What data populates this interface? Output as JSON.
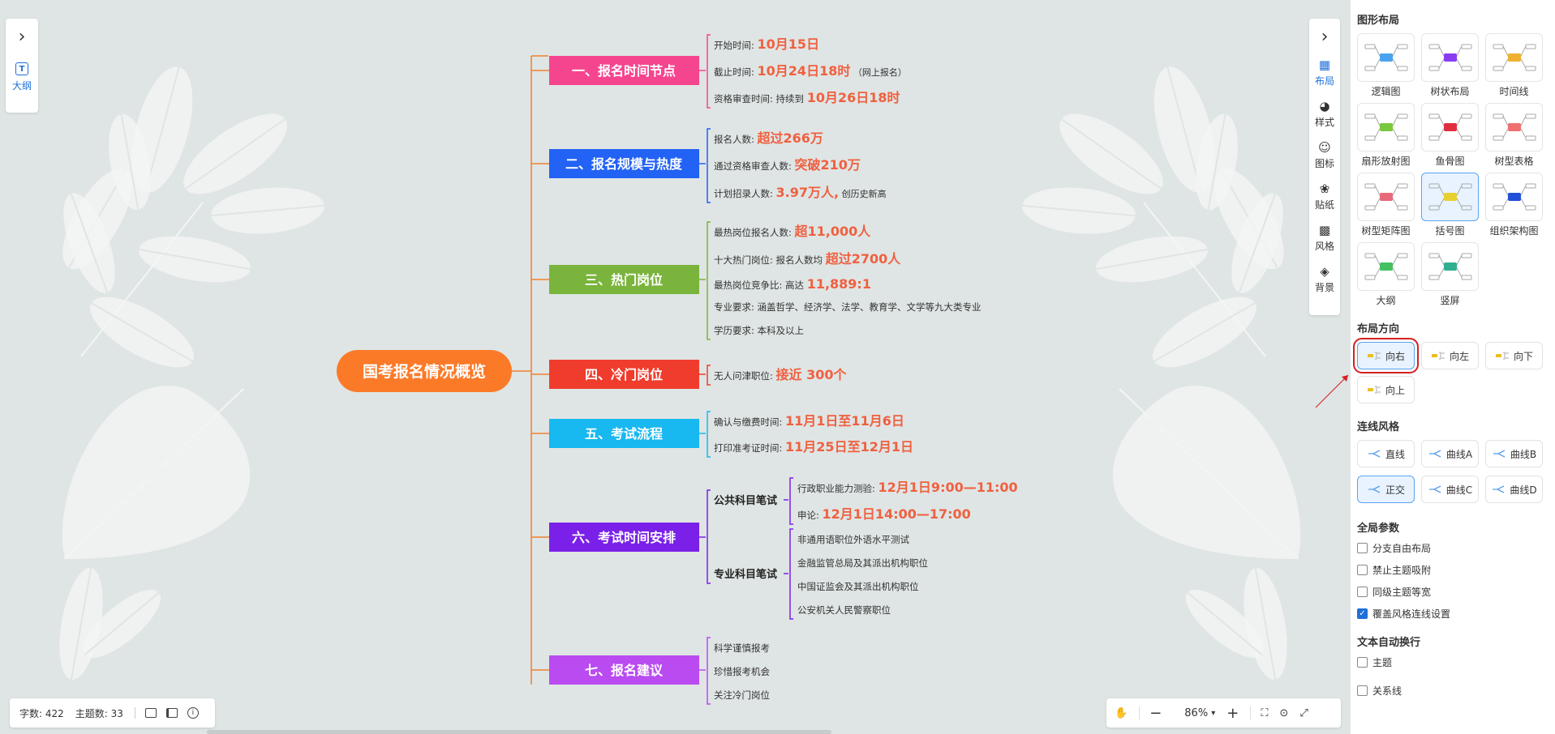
{
  "left_panel": {
    "outline_label": "大纲",
    "expand_icon": "chevron-right-icon",
    "outline_icon": "text-box-icon"
  },
  "right_toolbar": {
    "expand_icon": "chevron-right-icon",
    "items": [
      {
        "label": "布局",
        "icon": "layout-icon",
        "active": true
      },
      {
        "label": "样式",
        "icon": "palette-icon",
        "active": false
      },
      {
        "label": "图标",
        "icon": "smiley-icon",
        "active": false
      },
      {
        "label": "贴纸",
        "icon": "sticker-icon",
        "active": false
      },
      {
        "label": "风格",
        "icon": "grid-icon",
        "active": false
      },
      {
        "label": "背景",
        "icon": "layers-icon",
        "active": false
      }
    ]
  },
  "status_bar": {
    "word_count": "字数: 422",
    "topic_count": "主题数: 33"
  },
  "zoom_bar": {
    "zoom": "86%"
  },
  "mindmap": {
    "root": "国考报名情况概览",
    "colors": {
      "root": "#fb7a28",
      "line": "#f08030",
      "accent_text": "#f06040"
    },
    "branches": [
      {
        "title": "一、报名时间节点",
        "color": "#f5458f",
        "items": [
          {
            "label": "开始时间:",
            "value": "10月15日",
            "suffix": ""
          },
          {
            "label": "截止时间:",
            "value": "10月24日18时",
            "suffix": "（网上报名）"
          },
          {
            "label": "资格审查时间:  持续到",
            "value": "10月26日18时",
            "suffix": ""
          }
        ]
      },
      {
        "title": "二、报名规模与热度",
        "color": "#2262f5",
        "items": [
          {
            "label": "报名人数:",
            "value": "超过266万",
            "suffix": ""
          },
          {
            "label": "通过资格审查人数:",
            "value": "突破210万",
            "suffix": ""
          },
          {
            "label": "计划招录人数:",
            "value": "3.97万人,",
            "suffix": "创历史新高"
          }
        ]
      },
      {
        "title": "三、热门岗位",
        "color": "#7ab43c",
        "items": [
          {
            "label": "最热岗位报名人数:",
            "value": "超11,000人",
            "suffix": ""
          },
          {
            "label": "十大热门岗位:  报名人数均",
            "value": "超过2700人",
            "suffix": ""
          },
          {
            "label": "最热岗位竞争比:  高达",
            "value": "11,889:1",
            "suffix": ""
          },
          {
            "label": "专业要求:  涵盖哲学、经济学、法学、教育学、文学等九大类专业",
            "value": "",
            "suffix": ""
          },
          {
            "label": "学历要求:  本科及以上",
            "value": "",
            "suffix": ""
          }
        ]
      },
      {
        "title": "四、冷门岗位",
        "color": "#f03c2d",
        "items": [
          {
            "label": "无人问津职位:",
            "value": "接近 300个",
            "suffix": ""
          }
        ]
      },
      {
        "title": "五、考试流程",
        "color": "#18b8f0",
        "items": [
          {
            "label": "确认与缴费时间:",
            "value": "11月1日至11月6日",
            "suffix": ""
          },
          {
            "label": "打印准考证时间:",
            "value": "11月25日至12月1日",
            "suffix": ""
          }
        ]
      },
      {
        "title": "六、考试时间安排",
        "color": "#7a20e8",
        "groups": [
          {
            "title": "公共科目笔试",
            "items": [
              {
                "label": "行政职业能力测验:",
                "value": "12月1日9:00—11:00"
              },
              {
                "label": "申论:",
                "value": "12月1日14:00—17:00"
              }
            ]
          },
          {
            "title": "专业科目笔试",
            "items": [
              {
                "label": "非通用语职位外语水平测试",
                "value": ""
              },
              {
                "label": "金融监管总局及其派出机构职位",
                "value": ""
              },
              {
                "label": "中国证监会及其派出机构职位",
                "value": ""
              },
              {
                "label": "公安机关人民警察职位",
                "value": ""
              }
            ]
          }
        ]
      },
      {
        "title": "七、报名建议",
        "color": "#b94bf0",
        "items": [
          {
            "label": "科学谨慎报考",
            "value": "",
            "suffix": ""
          },
          {
            "label": "珍惜报考机会",
            "value": "",
            "suffix": ""
          },
          {
            "label": "关注冷门岗位",
            "value": "",
            "suffix": ""
          }
        ]
      }
    ]
  },
  "sidebar": {
    "layout_title": "图形布局",
    "layouts": [
      {
        "label": "逻辑图",
        "active": false
      },
      {
        "label": "树状布局",
        "active": false
      },
      {
        "label": "时间线",
        "active": false
      },
      {
        "label": "扇形放射图",
        "active": false
      },
      {
        "label": "鱼骨图",
        "active": false
      },
      {
        "label": "树型表格",
        "active": false
      },
      {
        "label": "树型矩阵图",
        "active": false
      },
      {
        "label": "括号图",
        "active": true
      },
      {
        "label": "组织架构图",
        "active": false
      },
      {
        "label": "大纲",
        "active": false
      },
      {
        "label": "竖屏",
        "active": false
      }
    ],
    "direction_title": "布局方向",
    "directions": [
      {
        "label": "向右",
        "active": true
      },
      {
        "label": "向左",
        "active": false
      },
      {
        "label": "向下",
        "active": false
      },
      {
        "label": "向上",
        "active": false
      }
    ],
    "line_title": "连线风格",
    "line_styles": [
      {
        "label": "直线",
        "active": false
      },
      {
        "label": "曲线A",
        "active": false
      },
      {
        "label": "曲线B",
        "active": false
      },
      {
        "label": "正交",
        "active": true
      },
      {
        "label": "曲线C",
        "active": false
      },
      {
        "label": "曲线D",
        "active": false
      }
    ],
    "global_title": "全局参数",
    "global_options": [
      {
        "label": "分支自由布局",
        "checked": false
      },
      {
        "label": "禁止主题吸附",
        "checked": false
      },
      {
        "label": "同级主题等宽",
        "checked": false
      },
      {
        "label": "覆盖风格连线设置",
        "checked": true
      }
    ],
    "wrap_title": "文本自动换行",
    "wrap_options": [
      {
        "label": "主题",
        "checked": false
      },
      {
        "label": "关系线",
        "checked": false
      }
    ]
  }
}
